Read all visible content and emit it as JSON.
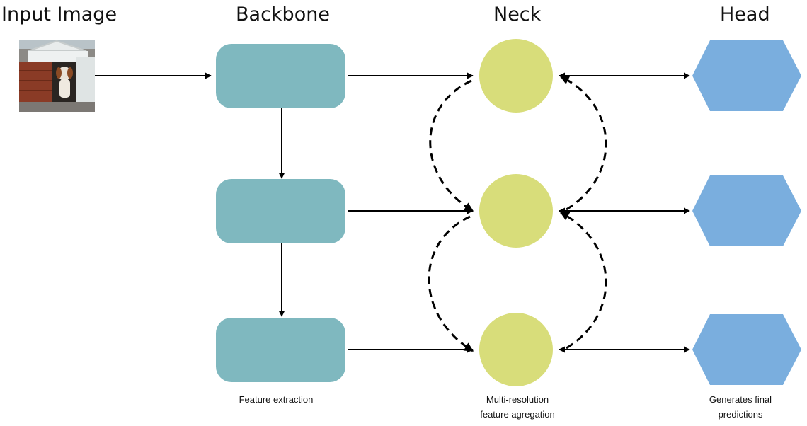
{
  "headings": {
    "input": "Input Image",
    "backbone": "Backbone",
    "neck": "Neck",
    "head": "Head"
  },
  "captions": {
    "backbone": "Feature extraction",
    "neck": [
      "Multi-resolution",
      "feature agregation"
    ],
    "head": [
      "Generates final",
      "predictions"
    ]
  },
  "colors": {
    "backbone_block": "#7fb8bf",
    "neck_node": "#d8dd7a",
    "head_node": "#7aaede",
    "arrow": "#000000"
  },
  "input_image": {
    "icon": "dog-in-doghouse-photo"
  }
}
